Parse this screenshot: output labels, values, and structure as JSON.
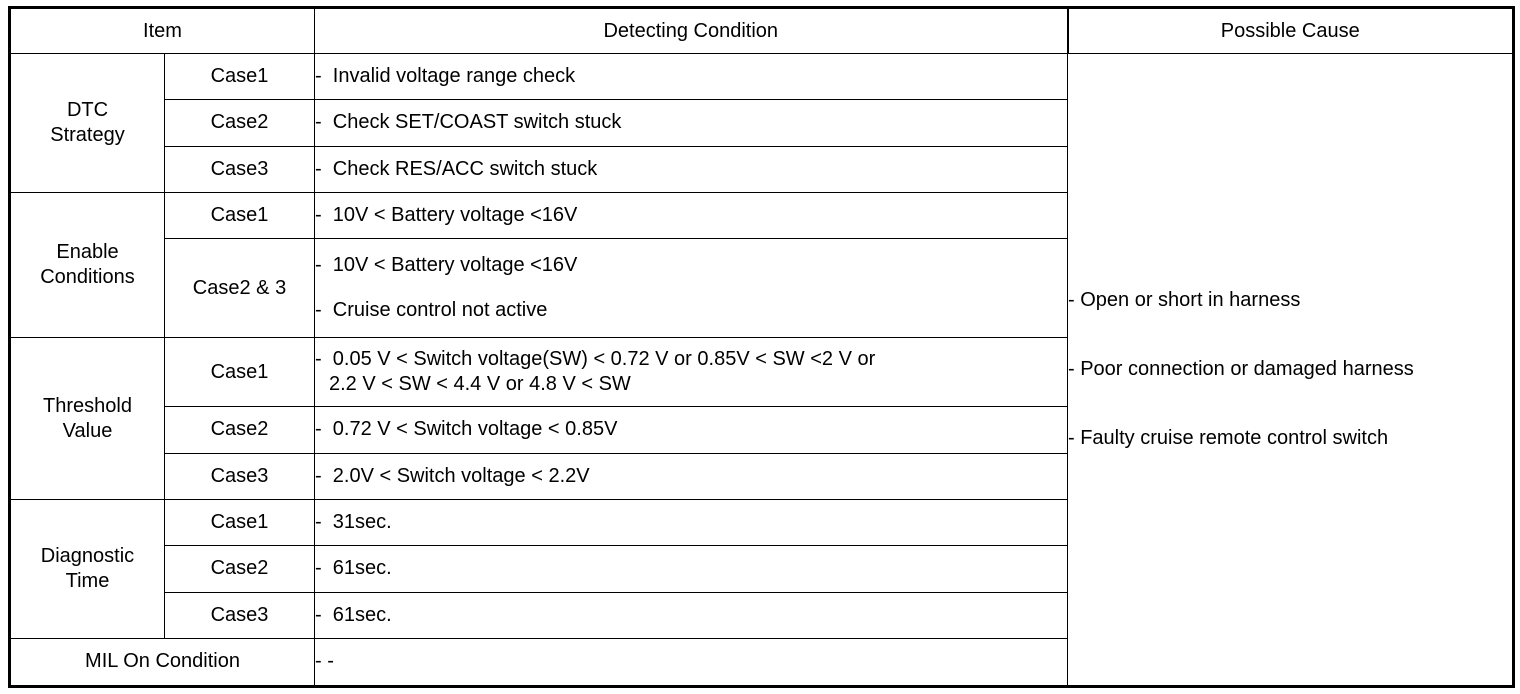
{
  "table": {
    "headers": {
      "item": "Item",
      "detecting_condition": "Detecting Condition",
      "possible_cause": "Possible Cause"
    },
    "groups": [
      {
        "name": "DTC Strategy",
        "name_line1": "DTC",
        "name_line2": "Strategy",
        "rows": [
          {
            "case": "Case1",
            "lines": [
              "-  Invalid voltage range check"
            ]
          },
          {
            "case": "Case2",
            "lines": [
              "-  Check SET/COAST switch stuck"
            ]
          },
          {
            "case": "Case3",
            "lines": [
              "-  Check RES/ACC switch stuck"
            ]
          }
        ]
      },
      {
        "name": "Enable Conditions",
        "name_line1": "Enable",
        "name_line2": "Conditions",
        "rows": [
          {
            "case": "Case1",
            "lines": [
              "-  10V < Battery voltage <16V"
            ]
          },
          {
            "case": "Case2 & 3",
            "lines": [
              "-  10V < Battery voltage <16V",
              "-  Cruise control not active"
            ],
            "blank_between": true
          }
        ]
      },
      {
        "name": "Threshold Value",
        "name_line1": "Threshold",
        "name_line2": "Value",
        "rows": [
          {
            "case": "Case1",
            "lines": [
              "-  0.05 V < Switch voltage(SW) < 0.72 V or 0.85V < SW <2 V or",
              "2.2 V < SW < 4.4 V or 4.8 V < SW"
            ],
            "continuation": true
          },
          {
            "case": "Case2",
            "lines": [
              "-  0.72 V < Switch voltage < 0.85V"
            ]
          },
          {
            "case": "Case3",
            "lines": [
              "-  2.0V < Switch voltage < 2.2V"
            ]
          }
        ]
      },
      {
        "name": "Diagnostic Time",
        "name_line1": "Diagnostic",
        "name_line2": "Time",
        "rows": [
          {
            "case": "Case1",
            "lines": [
              "-  31sec."
            ]
          },
          {
            "case": "Case2",
            "lines": [
              "-  61sec."
            ]
          },
          {
            "case": "Case3",
            "lines": [
              "-  61sec."
            ]
          }
        ]
      }
    ],
    "mil_row": {
      "label": "MIL On Condition",
      "value": "-  -"
    },
    "possible_cause_items": [
      "-  Open or short in harness",
      "-  Poor connection or damaged harness",
      "-  Faulty cruise remote control switch"
    ]
  }
}
